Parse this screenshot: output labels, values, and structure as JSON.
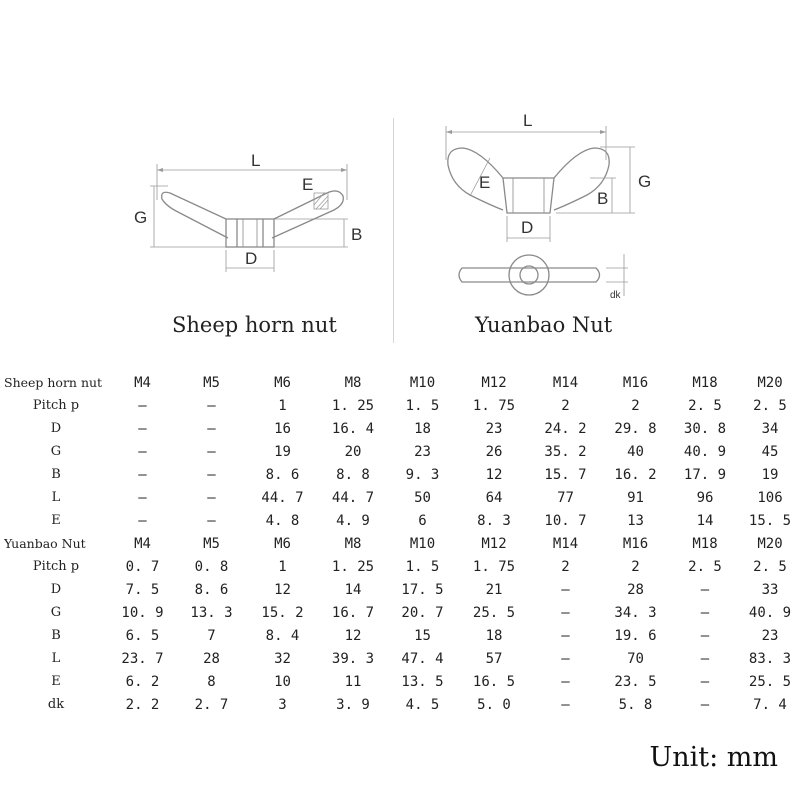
{
  "colors": {
    "ink": "#222222",
    "line": "#8a8a8a",
    "dim": "#9a9a9a"
  },
  "drawing_left": {
    "caption": "Sheep horn nut",
    "labels": {
      "L": "L",
      "E": "E",
      "G": "G",
      "B": "B",
      "D": "D"
    }
  },
  "drawing_right": {
    "caption": "Yuanbao Nut",
    "labels": {
      "L": "L",
      "E": "E",
      "G": "G",
      "B": "B",
      "D": "D",
      "dk": "dk"
    }
  },
  "table": {
    "sheep": {
      "header": [
        "Sheep horn nut",
        "M4",
        "M5",
        "M6",
        "M8",
        "M10",
        "M12",
        "M14",
        "M16",
        "M18",
        "M20"
      ],
      "rows": [
        [
          "Pitch p",
          "–",
          "–",
          "1",
          "1. 25",
          "1. 5",
          "1. 75",
          "2",
          "2",
          "2. 5",
          "2. 5"
        ],
        [
          "D",
          "–",
          "–",
          "16",
          "16. 4",
          "18",
          "23",
          "24. 2",
          "29. 8",
          "30. 8",
          "34"
        ],
        [
          "G",
          "–",
          "–",
          "19",
          "20",
          "23",
          "26",
          "35. 2",
          "40",
          "40. 9",
          "45"
        ],
        [
          "B",
          "–",
          "–",
          "8. 6",
          "8. 8",
          "9. 3",
          "12",
          "15. 7",
          "16. 2",
          "17. 9",
          "19"
        ],
        [
          "L",
          "–",
          "–",
          "44. 7",
          "44. 7",
          "50",
          "64",
          "77",
          "91",
          "96",
          "106"
        ],
        [
          "E",
          "–",
          "–",
          "4. 8",
          "4. 9",
          "6",
          "8. 3",
          "10. 7",
          "13",
          "14",
          "15. 5"
        ]
      ]
    },
    "yuanbao": {
      "header": [
        "Yuanbao Nut",
        "M4",
        "M5",
        "M6",
        "M8",
        "M10",
        "M12",
        "M14",
        "M16",
        "M18",
        "M20"
      ],
      "rows": [
        [
          "Pitch p",
          "0. 7",
          "0. 8",
          "1",
          "1. 25",
          "1. 5",
          "1. 75",
          "2",
          "2",
          "2. 5",
          "2. 5"
        ],
        [
          "D",
          "7. 5",
          "8. 6",
          "12",
          "14",
          "17. 5",
          "21",
          "–",
          "28",
          "–",
          "33"
        ],
        [
          "G",
          "10. 9",
          "13. 3",
          "15. 2",
          "16. 7",
          "20. 7",
          "25. 5",
          "–",
          "34. 3",
          "–",
          "40. 9"
        ],
        [
          "B",
          "6. 5",
          "7",
          "8. 4",
          "12",
          "15",
          "18",
          "–",
          "19. 6",
          "–",
          "23"
        ],
        [
          "L",
          "23. 7",
          "28",
          "32",
          "39. 3",
          "47. 4",
          "57",
          "–",
          "70",
          "–",
          "83. 3"
        ],
        [
          "E",
          "6. 2",
          "8",
          "10",
          "11",
          "13. 5",
          "16. 5",
          "–",
          "23. 5",
          "–",
          "25. 5"
        ],
        [
          "dk",
          "2. 2",
          "2. 7",
          "3",
          "3. 9",
          "4. 5",
          "5. 0",
          "–",
          "5. 8",
          "–",
          "7. 4"
        ]
      ]
    }
  },
  "unit_label": "Unit: mm"
}
